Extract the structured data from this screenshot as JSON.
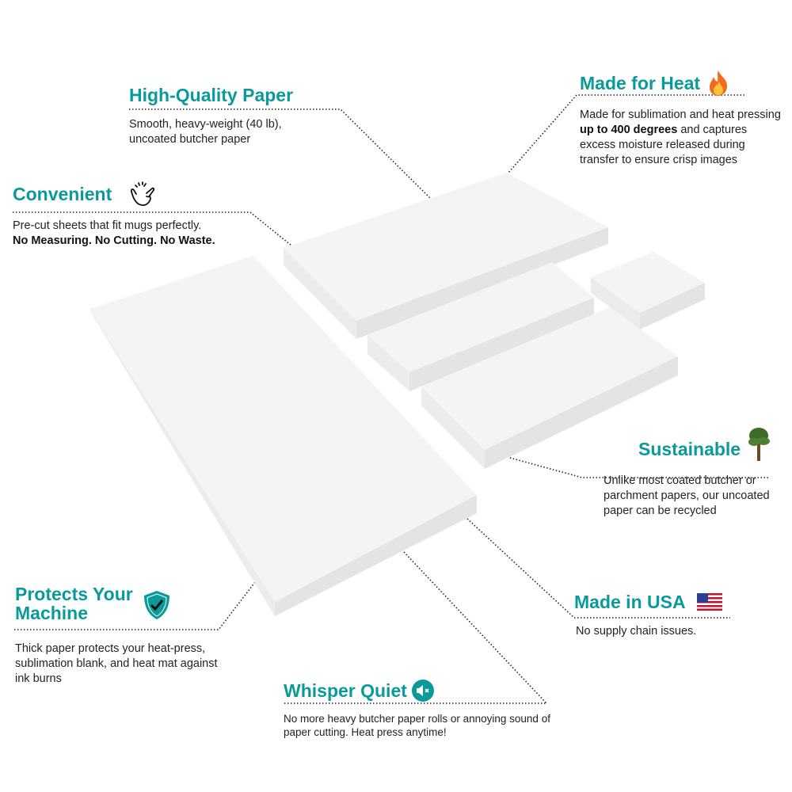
{
  "colors": {
    "accent": "#0a9a9a",
    "paper_top": "#f4f4f4",
    "paper_front": "#e6e6e6"
  },
  "features": {
    "high_quality": {
      "title": "High-Quality Paper",
      "lines": [
        "Smooth, heavy-weight (40 lb),",
        "uncoated butcher paper"
      ]
    },
    "made_for_heat": {
      "title": "Made for Heat",
      "icon": "fire-icon",
      "text_1": "Made for sublimation and heat pressing ",
      "text_bold": "up to 400 degrees",
      "text_2": " and captures excess moisture released during transfer to ensure crisp images"
    },
    "convenient": {
      "title": "Convenient",
      "icon": "snap-hand-icon",
      "line": "Pre-cut sheets that fit mugs perfectly.",
      "bold_line": "No Measuring. No Cutting. No Waste."
    },
    "sustainable": {
      "title": "Sustainable",
      "icon": "tree-icon",
      "text": "Unlike most coated butcher or parchment papers, our uncoated paper can be recycled"
    },
    "made_in_usa": {
      "title": "Made in USA",
      "icon": "us-flag-icon",
      "text": "No supply chain issues."
    },
    "protects": {
      "title_1": "Protects Your",
      "title_2": "Machine",
      "icon": "shield-check-icon",
      "text": "Thick paper protects your heat-press, sublimation blank, and heat mat against ink burns"
    },
    "whisper_quiet": {
      "title": "Whisper Quiet",
      "icon": "speaker-mute-icon",
      "text": "No more heavy butcher paper rolls or annoying sound of paper cutting. Heat press anytime!"
    }
  }
}
